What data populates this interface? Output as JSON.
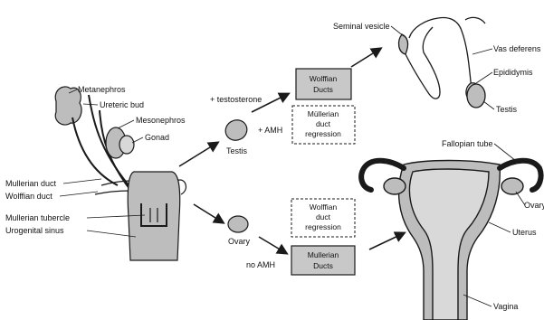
{
  "labels": {
    "metanephros": "Metanephros",
    "ureteric_bud": "Ureteric bud",
    "mesonephros": "Mesonephros",
    "gonad": "Gonad",
    "mullerian_duct": "Mullerian duct",
    "wolffian_duct": "Wolffian duct",
    "mullerian_tubercle": "Mullerian tubercle",
    "urogenital_sinus": "Urogenital sinus",
    "testosterone": "+ testosterone",
    "amh": "+ AMH",
    "testis_mid": "Testis",
    "ovary_mid": "Ovary",
    "no_amh": "no AMH",
    "seminal_vesicle": "Seminal vesicle",
    "vas_deferens": "Vas deferens",
    "epididymis": "Epididymis",
    "testis_right": "Testis",
    "fallopian_tube": "Fallopian tube",
    "ovary_right": "Ovary",
    "uterus": "Uterus",
    "vagina": "Vagina"
  },
  "boxes": {
    "wolffian_ducts": [
      "Wolffian",
      "Ducts"
    ],
    "mullerian_regression": [
      "Müllerian",
      "duct",
      "regression"
    ],
    "wolffian_regression": [
      "Wolffian",
      "duct",
      "regression"
    ],
    "mullerian_ducts": [
      "Mullerian",
      "Ducts"
    ]
  },
  "colors": {
    "outline": "#1a1a1a",
    "tissue": "#bdbdbd",
    "box_fill": "#c8c8c8",
    "background": "#ffffff"
  }
}
